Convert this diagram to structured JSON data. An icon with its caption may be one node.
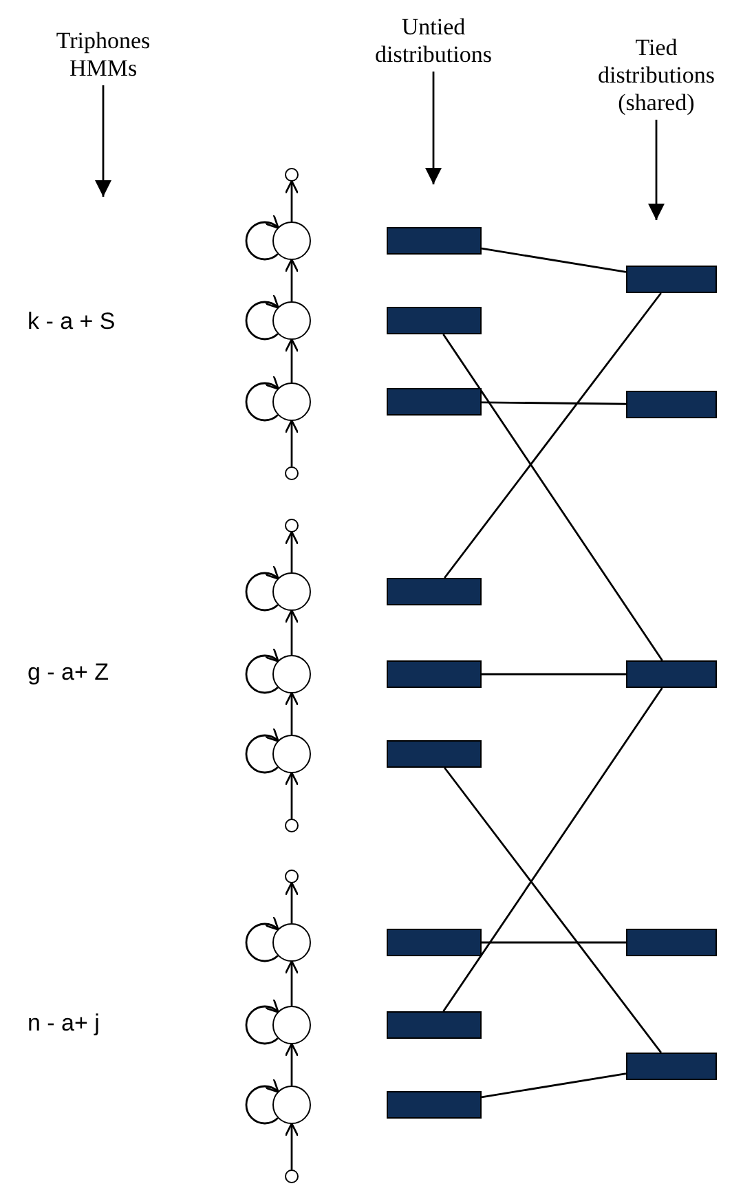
{
  "diagram": {
    "nodes": [
      {
        "text": [
          "Triphones HMMs"
        ]
      },
      {
        "text": [
          "Untied distributions"
        ]
      },
      {
        "text": [
          "Tied distributions (shared)"
        ]
      },
      {
        "text": [],
        "shape": "circle"
      },
      {
        "text": [],
        "shape": "circle"
      },
      {
        "text": [],
        "shape": "circle"
      },
      {
        "text": [],
        "shape": "circle"
      },
      {
        "text": [],
        "shape": "circle"
      },
      {
        "text": [],
        "shape": "circle"
      },
      {
        "text": [],
        "shape": "circle"
      },
      {
        "text": [],
        "shape": "circle"
      },
      {
        "text": [],
        "shape": "circle"
      },
      {
        "text": [],
        "shape": "circle"
      },
      {
        "text": [],
        "shape": "circle"
      },
      {
        "text": [],
        "shape": "circle"
      },
      {
        "text": [],
        "shape": "circle"
      },
      {
        "text": [],
        "shape": "circle"
      },
      {
        "text": [],
        "shape": "circle"
      },
      {
        "text": [],
        "shape": "box"
      },
      {
        "text": [],
        "shape": "box"
      },
      {
        "text": [],
        "shape": "box"
      },
      {
        "text": [],
        "shape": "box"
      },
      {
        "text": [],
        "shape": "box"
      },
      {
        "text": [],
        "shape": "box"
      },
      {
        "text": [],
        "shape": "box"
      },
      {
        "text": [],
        "shape": "box"
      },
      {
        "text": [],
        "shape": "box"
      },
      {
        "text": [],
        "shape": "box"
      },
      {
        "text": [],
        "shape": "box"
      },
      {
        "text": [],
        "shape": "box"
      },
      {
        "text": [],
        "shape": "box"
      },
      {
        "text": [],
        "shape": "box"
      }
    ],
    "edges": [
      {
        "from": 0,
        "to": null,
        "arrow": "to"
      },
      {
        "from": 1,
        "to": null,
        "arrow": "to"
      },
      {
        "from": 2,
        "to": null,
        "arrow": "to"
      },
      {
        "from": 7,
        "to": 6,
        "arrow": "to"
      },
      {
        "from": 6,
        "to": 5,
        "arrow": "to"
      },
      {
        "from": 5,
        "to": 4,
        "arrow": "to"
      },
      {
        "from": 4,
        "to": 3,
        "arrow": "to"
      },
      {
        "from": 4,
        "to": 4,
        "arrow": "to"
      },
      {
        "from": 5,
        "to": 5,
        "arrow": "to"
      },
      {
        "from": 6,
        "to": 6,
        "arrow": "to"
      },
      {
        "from": 12,
        "to": 11,
        "arrow": "to"
      },
      {
        "from": 11,
        "to": 10,
        "arrow": "to"
      },
      {
        "from": 10,
        "to": 9,
        "arrow": "to"
      },
      {
        "from": 9,
        "to": 8,
        "arrow": "to"
      },
      {
        "from": 9,
        "to": 9,
        "arrow": "to"
      },
      {
        "from": 10,
        "to": 10,
        "arrow": "to"
      },
      {
        "from": 11,
        "to": 11,
        "arrow": "to"
      },
      {
        "from": 17,
        "to": 16,
        "arrow": "to"
      },
      {
        "from": 16,
        "to": 15,
        "arrow": "to"
      },
      {
        "from": 15,
        "to": 14,
        "arrow": "to"
      },
      {
        "from": 14,
        "to": 13,
        "arrow": "to"
      },
      {
        "from": 14,
        "to": 14,
        "arrow": "to"
      },
      {
        "from": 15,
        "to": 15,
        "arrow": "to"
      },
      {
        "from": 16,
        "to": 16,
        "arrow": "to"
      },
      {
        "from": 18,
        "to": 27,
        "arrow": "none"
      },
      {
        "from": 19,
        "to": 29,
        "arrow": "none"
      },
      {
        "from": 20,
        "to": 28,
        "arrow": "none"
      },
      {
        "from": 21,
        "to": 27,
        "arrow": "none"
      },
      {
        "from": 22,
        "to": 29,
        "arrow": "none"
      },
      {
        "from": 23,
        "to": 31,
        "arrow": "none"
      },
      {
        "from": 24,
        "to": 30,
        "arrow": "none"
      },
      {
        "from": 25,
        "to": 29,
        "arrow": "none"
      },
      {
        "from": 26,
        "to": 31,
        "arrow": "none"
      }
    ],
    "labels": [
      "k - a + S",
      "g - a+ Z",
      "n - a+ j"
    ]
  }
}
